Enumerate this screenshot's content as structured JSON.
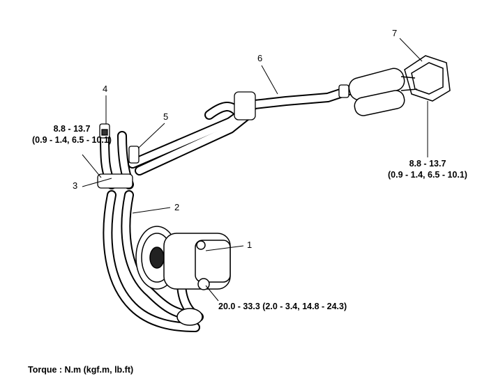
{
  "callouts": {
    "c1": "1",
    "c2": "2",
    "c3": "3",
    "c4": "4",
    "c5": "5",
    "c6": "6",
    "c7": "7"
  },
  "torque_left": {
    "line1": "8.8 - 13.7",
    "line2": "(0.9 - 1.4, 6.5 - 10.1)"
  },
  "torque_right": {
    "line1": "8.8 - 13.7",
    "line2": "(0.9 - 1.4, 6.5 - 10.1)"
  },
  "torque_bottom": {
    "line1": "20.0 - 33.3 (2.0 - 3.4, 14.8 - 24.3)"
  },
  "footer": {
    "note": "Torque : N.m (kgf.m, lb.ft)"
  }
}
